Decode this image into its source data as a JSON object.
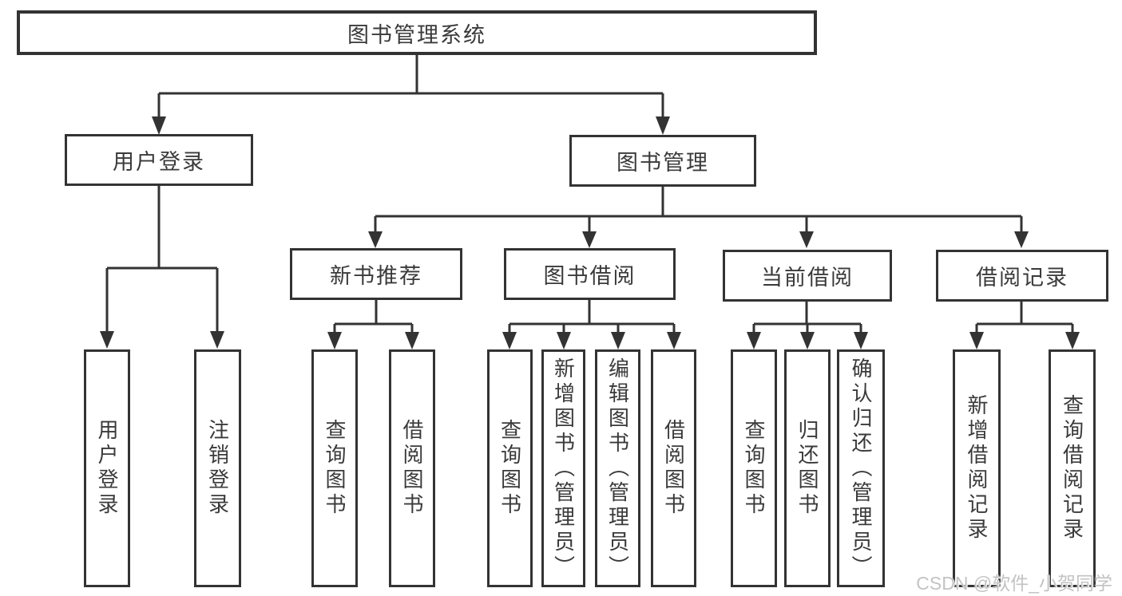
{
  "tree": {
    "root": {
      "label": "图书管理系统"
    },
    "level2": [
      {
        "id": "user-login",
        "label": "用户登录"
      },
      {
        "id": "book-management",
        "label": "图书管理"
      }
    ],
    "level3": [
      {
        "id": "new-book-recommend",
        "label": "新书推荐",
        "parent": "book-management"
      },
      {
        "id": "book-borrowing",
        "label": "图书借阅",
        "parent": "book-management"
      },
      {
        "id": "current-borrowing",
        "label": "当前借阅",
        "parent": "book-management"
      },
      {
        "id": "borrowing-records",
        "label": "借阅记录",
        "parent": "book-management"
      }
    ],
    "leaves": [
      {
        "label": "用户登录",
        "parent": "user-login"
      },
      {
        "label": "注销登录",
        "parent": "user-login"
      },
      {
        "label": "查询图书",
        "parent": "new-book-recommend"
      },
      {
        "label": "借阅图书",
        "parent": "new-book-recommend"
      },
      {
        "label": "查询图书",
        "parent": "book-borrowing"
      },
      {
        "label": "新增图书（管理员）",
        "parent": "book-borrowing"
      },
      {
        "label": "编辑图书（管理员）",
        "parent": "book-borrowing"
      },
      {
        "label": "借阅图书",
        "parent": "book-borrowing"
      },
      {
        "label": "查询图书",
        "parent": "current-borrowing"
      },
      {
        "label": "归还图书",
        "parent": "current-borrowing"
      },
      {
        "label": "确认归还（管理员）",
        "parent": "current-borrowing"
      },
      {
        "label": "新增借阅记录",
        "parent": "borrowing-records"
      },
      {
        "label": "查询借阅记录",
        "parent": "borrowing-records"
      }
    ]
  },
  "watermark": {
    "text": "CSDN @软件_小贺同学"
  },
  "colors": {
    "line": "#333333",
    "box_border": "#333333",
    "text": "#3a3a3a",
    "background": "#ffffff",
    "watermark": "#c3c3c3"
  }
}
